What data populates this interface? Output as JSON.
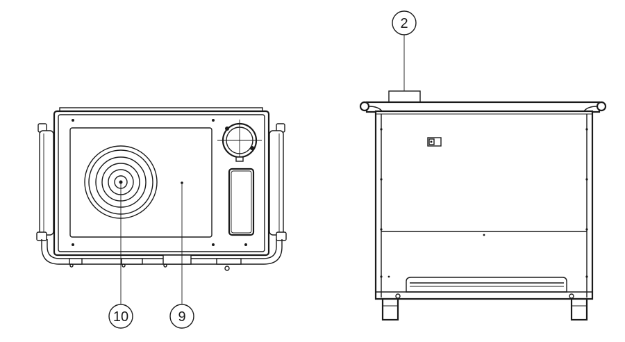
{
  "callouts": {
    "c2": "2",
    "c9": "9",
    "c10": "10"
  },
  "colors": {
    "line": "#1a1a1a",
    "background": "#ffffff"
  }
}
